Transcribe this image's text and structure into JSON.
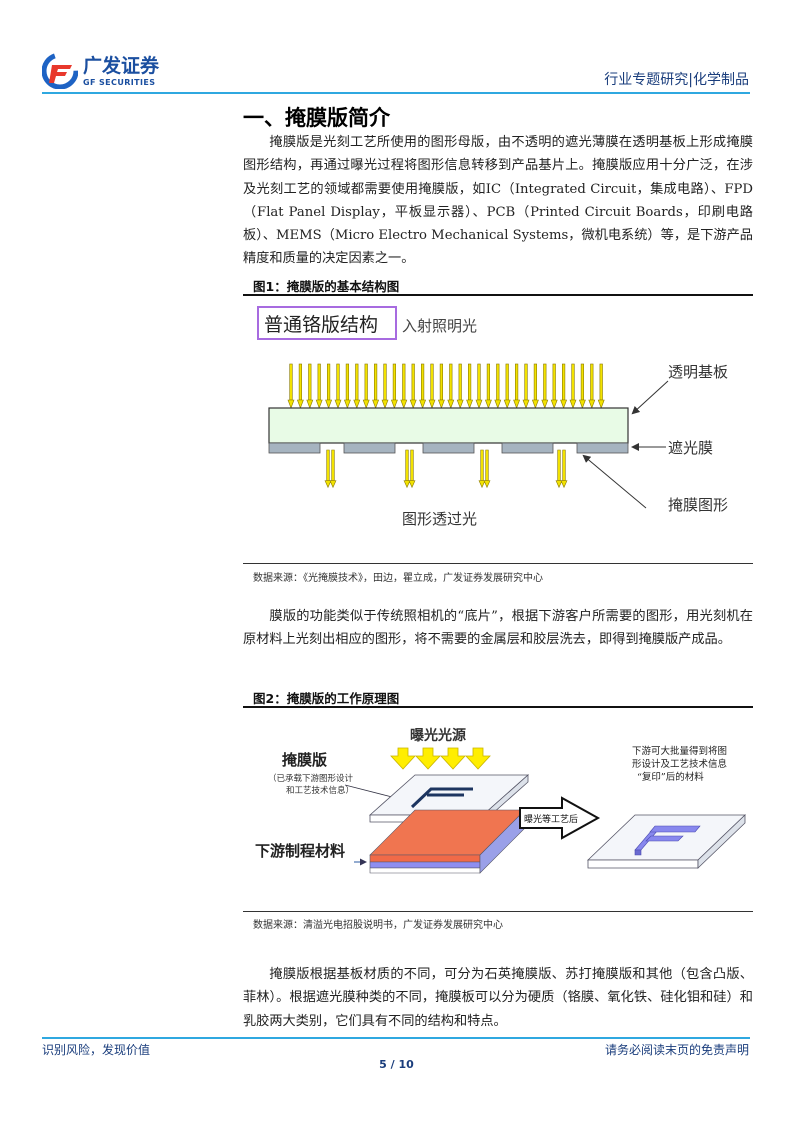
{
  "header": {
    "logo_cn": "广发证券",
    "logo_en": "GF SECURITIES",
    "category": "行业专题研究|化学制品",
    "accent_color": "#2fa8e0"
  },
  "section": {
    "title": "一、掩膜版简介"
  },
  "paragraphs": {
    "p1": "掩膜版是光刻工艺所使用的图形母版，由不透明的遮光薄膜在透明基板上形成掩膜图形结构，再通过曝光过程将图形信息转移到产品基片上。掩膜版应用十分广泛，在涉及光刻工艺的领域都需要使用掩膜版，如IC（Integrated Circuit，集成电路）、FPD（Flat Panel Display，平板显示器）、PCB（Printed Circuit Boards，印刷电路板）、MEMS（Micro Electro Mechanical Systems，微机电系统）等，是下游产品精度和质量的决定因素之一。",
    "p2": "膜版的功能类似于传统照相机的“底片”，根据下游客户所需要的图形，用光刻机在原材料上光刻出相应的图形，将不需要的金属层和胶层洗去，即得到掩膜版产成品。",
    "p3": "掩膜版根据基板材质的不同，可分为石英掩膜版、苏打掩膜版和其他（包含凸版、菲林）。根据遮光膜种类的不同，掩膜板可以分为硬质（铬膜、氧化铁、硅化钼和硅）和乳胶两大类别，它们具有不同的结构和特点。"
  },
  "figure1": {
    "title": "图1：掩膜版的基本结构图",
    "box_label": "普通铬版结构",
    "incident_light": "入射照明光",
    "label_substrate": "透明基板",
    "label_shield": "遮光膜",
    "label_pattern": "掩膜图形",
    "label_transmit": "图形透过光",
    "source": "数据来源：《光掩膜技术》，田边，瞿立成，广发证券发展研究中心"
  },
  "figure2": {
    "title": "图2：掩膜版的工作原理图",
    "light_source": "曝光光源",
    "mask_label": "掩膜版",
    "mask_note_1": "（已承载下游图形设计",
    "mask_note_2": "和工艺技术信息）",
    "material_label": "下游制程材料",
    "process_arrow": "曝光等工艺后",
    "result_1": "下游可大批量得到将图",
    "result_2": "形设计及工艺技术信息",
    "result_3": "“复印”后的材料",
    "source": "数据来源：清溢光电招股说明书，广发证券发展研究中心"
  },
  "footer": {
    "left": "识别风险，发现价值",
    "right": "请务必阅读末页的免责声明",
    "page": "5 / 10"
  }
}
